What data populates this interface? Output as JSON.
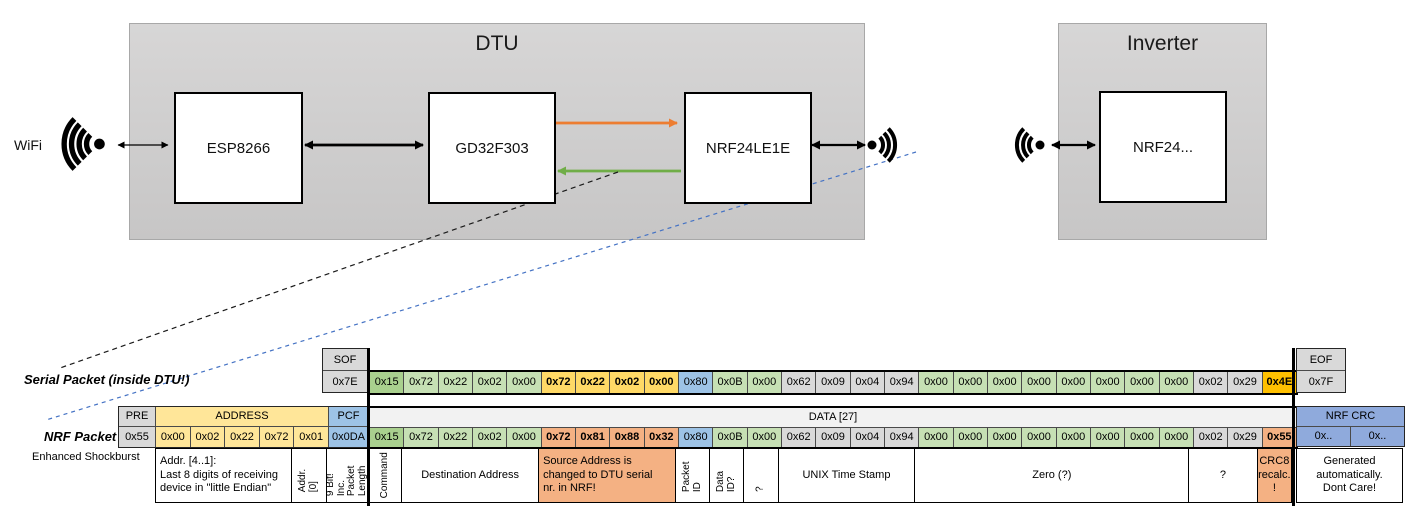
{
  "diagram": {
    "wifi_label": "WiFi",
    "dtu": {
      "title": "DTU",
      "esp": "ESP8266",
      "gd": "GD32F303",
      "nrf": "NRF24LE1E"
    },
    "inverter": {
      "title": "Inverter",
      "nrf": "NRF24..."
    }
  },
  "serial_packet": {
    "label": "Serial Packet (inside DTU!)",
    "sof_header": "SOF",
    "sof_value": "0x7E",
    "eof_header": "EOF",
    "eof_value": "0x7F",
    "bytes": [
      {
        "v": "0x15",
        "c": "green-dark"
      },
      {
        "v": "0x72",
        "c": "green"
      },
      {
        "v": "0x22",
        "c": "green"
      },
      {
        "v": "0x02",
        "c": "green"
      },
      {
        "v": "0x00",
        "c": "green"
      },
      {
        "v": "0x72",
        "c": "gold",
        "b": 1
      },
      {
        "v": "0x22",
        "c": "gold",
        "b": 1
      },
      {
        "v": "0x02",
        "c": "gold",
        "b": 1
      },
      {
        "v": "0x00",
        "c": "gold",
        "b": 1
      },
      {
        "v": "0x80",
        "c": "blue"
      },
      {
        "v": "0x0B",
        "c": "green"
      },
      {
        "v": "0x00",
        "c": "green"
      },
      {
        "v": "0x62",
        "c": "gray"
      },
      {
        "v": "0x09",
        "c": "gray"
      },
      {
        "v": "0x04",
        "c": "gray"
      },
      {
        "v": "0x94",
        "c": "gray"
      },
      {
        "v": "0x00",
        "c": "green"
      },
      {
        "v": "0x00",
        "c": "green"
      },
      {
        "v": "0x00",
        "c": "green"
      },
      {
        "v": "0x00",
        "c": "green"
      },
      {
        "v": "0x00",
        "c": "green"
      },
      {
        "v": "0x00",
        "c": "green"
      },
      {
        "v": "0x00",
        "c": "green"
      },
      {
        "v": "0x00",
        "c": "green"
      },
      {
        "v": "0x02",
        "c": "gray"
      },
      {
        "v": "0x29",
        "c": "gray"
      },
      {
        "v": "0x4E",
        "c": "gold-deep",
        "b": 1
      }
    ]
  },
  "nrf_packet": {
    "label": "NRF Packet",
    "sublabel": "Enhanced Shockburst",
    "pre_header": "PRE",
    "pre_value": "0x55",
    "address_header": "ADDRESS",
    "address_values": [
      "0x00",
      "0x02",
      "0x22",
      "0x72",
      "0x01"
    ],
    "pcf_header": "PCF",
    "pcf_value": "0x0DA",
    "data_header": "DATA [27]",
    "bytes": [
      {
        "v": "0x15",
        "c": "green-dark"
      },
      {
        "v": "0x72",
        "c": "green"
      },
      {
        "v": "0x22",
        "c": "green"
      },
      {
        "v": "0x02",
        "c": "green"
      },
      {
        "v": "0x00",
        "c": "green"
      },
      {
        "v": "0x72",
        "c": "salmon",
        "b": 1
      },
      {
        "v": "0x81",
        "c": "salmon",
        "b": 1
      },
      {
        "v": "0x88",
        "c": "salmon",
        "b": 1
      },
      {
        "v": "0x32",
        "c": "salmon",
        "b": 1
      },
      {
        "v": "0x80",
        "c": "blue"
      },
      {
        "v": "0x0B",
        "c": "green"
      },
      {
        "v": "0x00",
        "c": "green"
      },
      {
        "v": "0x62",
        "c": "gray"
      },
      {
        "v": "0x09",
        "c": "gray"
      },
      {
        "v": "0x04",
        "c": "gray"
      },
      {
        "v": "0x94",
        "c": "gray"
      },
      {
        "v": "0x00",
        "c": "green"
      },
      {
        "v": "0x00",
        "c": "green"
      },
      {
        "v": "0x00",
        "c": "green"
      },
      {
        "v": "0x00",
        "c": "green"
      },
      {
        "v": "0x00",
        "c": "green"
      },
      {
        "v": "0x00",
        "c": "green"
      },
      {
        "v": "0x00",
        "c": "green"
      },
      {
        "v": "0x00",
        "c": "green"
      },
      {
        "v": "0x02",
        "c": "gray"
      },
      {
        "v": "0x29",
        "c": "gray"
      },
      {
        "v": "0x55",
        "c": "salmon",
        "b": 1
      }
    ],
    "crc_header": "NRF CRC",
    "crc_values": [
      "0x..",
      "0x.."
    ]
  },
  "annotations": [
    {
      "text": "Addr. [4..1]:\nLast 8 digits of receiving\ndevice in \"little Endian\"",
      "style": "left"
    },
    {
      "text": "Addr.[0]",
      "style": "rot"
    },
    {
      "text": "9 Bit!\nInc. Packet\nLength",
      "style": "rot"
    },
    {
      "text": "Command",
      "style": "rot"
    },
    {
      "text": "Destination Address",
      "style": "center"
    },
    {
      "text": "Source Address is\nchanged to DTU serial\nnr. in NRF!",
      "style": "left salmon"
    },
    {
      "text": "Packet ID",
      "style": "rot"
    },
    {
      "text": "Data ID?",
      "style": "rot"
    },
    {
      "text": "?",
      "style": "rot"
    },
    {
      "text": "UNIX Time Stamp",
      "style": "center"
    },
    {
      "text": "Zero (?)",
      "style": "center"
    },
    {
      "text": "?",
      "style": "center"
    },
    {
      "text": "CRC8\nrecalc.\n!",
      "style": "center salmon"
    },
    {
      "text": "Generated\nautomatically.\nDont Care!",
      "style": "center"
    }
  ],
  "colors": {
    "orange_arrow": "#ed7d31",
    "green_arrow": "#70ad47",
    "blue_dashed": "#4472c4",
    "gold": "#ffd966",
    "gold_deep": "#ffc000",
    "salmon": "#f4b183",
    "green_light": "#c6e0b4",
    "green_dark": "#a9d08e",
    "blue_cell": "#9dc3e6",
    "blue_crc": "#8faadc",
    "yellow": "#ffe699",
    "gray_cell": "#d9d9d9"
  }
}
